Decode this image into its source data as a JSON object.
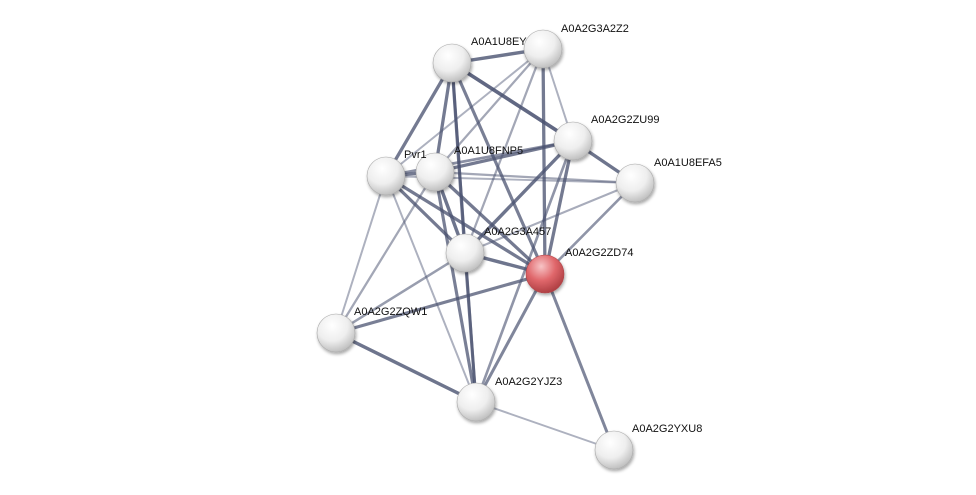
{
  "network": {
    "query_protein": "A0A2G2ZD74",
    "nodes": [
      {
        "id": "A0A2G3A2Z2",
        "label": "A0A2G3A2Z2",
        "query": false
      },
      {
        "id": "A0A1U8EYS",
        "label": "A0A1U8EY",
        "query": false
      },
      {
        "id": "A0A2G2ZU99",
        "label": "A0A2G2ZU99",
        "query": false
      },
      {
        "id": "Pvr1",
        "label": "Pvr1",
        "query": false
      },
      {
        "id": "A0A1U8FNP5",
        "label": "A0A1U8FNP5",
        "query": false
      },
      {
        "id": "A0A1U8EFA5",
        "label": "A0A1U8EFA5",
        "query": false
      },
      {
        "id": "A0A2G3A457",
        "label": "A0A2G3A457",
        "query": false
      },
      {
        "id": "A0A2G2ZD74",
        "label": "A0A2G2ZD74",
        "query": true
      },
      {
        "id": "A0A2G2ZQW1",
        "label": "A0A2G2ZQW1",
        "query": false
      },
      {
        "id": "A0A2G2YJZ3",
        "label": "A0A2G2YJZ3",
        "query": false
      },
      {
        "id": "A0A2G2YXU8",
        "label": "A0A2G2YXU8",
        "query": false
      }
    ],
    "edges": [
      {
        "source": "A0A1U8EYS",
        "target": "A0A2G3A2Z2",
        "strength": 0.85
      },
      {
        "source": "A0A1U8EYS",
        "target": "A0A2G2ZU99",
        "strength": 0.95
      },
      {
        "source": "A0A1U8EYS",
        "target": "Pvr1",
        "strength": 0.8
      },
      {
        "source": "A0A1U8EYS",
        "target": "A0A1U8FNP5",
        "strength": 0.8
      },
      {
        "source": "A0A1U8EYS",
        "target": "A0A2G3A457",
        "strength": 0.8
      },
      {
        "source": "A0A1U8EYS",
        "target": "A0A2G2ZD74",
        "strength": 0.75
      },
      {
        "source": "A0A1U8EYS",
        "target": "A0A2G2YJZ3",
        "strength": 0.6
      },
      {
        "source": "A0A2G3A2Z2",
        "target": "Pvr1",
        "strength": 0.3
      },
      {
        "source": "A0A2G3A2Z2",
        "target": "A0A1U8FNP5",
        "strength": 0.4
      },
      {
        "source": "A0A2G3A2Z2",
        "target": "A0A2G2ZU99",
        "strength": 0.3
      },
      {
        "source": "A0A2G3A2Z2",
        "target": "A0A2G3A457",
        "strength": 0.4
      },
      {
        "source": "A0A2G3A2Z2",
        "target": "A0A2G2ZD74",
        "strength": 0.8
      },
      {
        "source": "A0A2G2ZU99",
        "target": "Pvr1",
        "strength": 0.6
      },
      {
        "source": "A0A2G2ZU99",
        "target": "A0A1U8FNP5",
        "strength": 0.8
      },
      {
        "source": "A0A2G2ZU99",
        "target": "A0A1U8EFA5",
        "strength": 0.85
      },
      {
        "source": "A0A2G2ZU99",
        "target": "A0A2G3A457",
        "strength": 0.85
      },
      {
        "source": "A0A2G2ZU99",
        "target": "A0A2G2ZD74",
        "strength": 0.8
      },
      {
        "source": "A0A2G2ZU99",
        "target": "A0A2G2YJZ3",
        "strength": 0.55
      },
      {
        "source": "Pvr1",
        "target": "A0A1U8FNP5",
        "strength": 0.8
      },
      {
        "source": "Pvr1",
        "target": "A0A1U8EFA5",
        "strength": 0.3
      },
      {
        "source": "Pvr1",
        "target": "A0A2G3A457",
        "strength": 0.8
      },
      {
        "source": "Pvr1",
        "target": "A0A2G2ZD74",
        "strength": 0.8
      },
      {
        "source": "Pvr1",
        "target": "A0A2G2ZQW1",
        "strength": 0.3
      },
      {
        "source": "Pvr1",
        "target": "A0A2G2YJZ3",
        "strength": 0.3
      },
      {
        "source": "A0A1U8FNP5",
        "target": "A0A1U8EFA5",
        "strength": 0.4
      },
      {
        "source": "A0A1U8FNP5",
        "target": "A0A2G3A457",
        "strength": 0.85
      },
      {
        "source": "A0A1U8FNP5",
        "target": "A0A2G2ZD74",
        "strength": 0.8
      },
      {
        "source": "A0A1U8FNP5",
        "target": "A0A2G2ZQW1",
        "strength": 0.4
      },
      {
        "source": "A0A1U8FNP5",
        "target": "A0A2G2YJZ3",
        "strength": 0.75
      },
      {
        "source": "A0A1U8EFA5",
        "target": "A0A2G3A457",
        "strength": 0.35
      },
      {
        "source": "A0A1U8EFA5",
        "target": "A0A2G2ZD74",
        "strength": 0.55
      },
      {
        "source": "A0A2G3A457",
        "target": "A0A2G2ZD74",
        "strength": 0.85
      },
      {
        "source": "A0A2G3A457",
        "target": "A0A2G2ZQW1",
        "strength": 0.5
      },
      {
        "source": "A0A2G3A457",
        "target": "A0A2G2YJZ3",
        "strength": 0.75
      },
      {
        "source": "A0A2G2ZD74",
        "target": "A0A2G2ZQW1",
        "strength": 0.75
      },
      {
        "source": "A0A2G2ZD74",
        "target": "A0A2G2YJZ3",
        "strength": 0.7
      },
      {
        "source": "A0A2G2ZD74",
        "target": "A0A2G2YXU8",
        "strength": 0.7
      },
      {
        "source": "A0A2G2ZQW1",
        "target": "A0A2G2YJZ3",
        "strength": 0.85
      },
      {
        "source": "A0A2G2YJZ3",
        "target": "A0A2G2YXU8",
        "strength": 0.3
      }
    ]
  },
  "colors": {
    "background": "#ffffff",
    "edge": "#4a5270",
    "node_default": "#e8e8e8",
    "node_query": "#e0676b"
  }
}
